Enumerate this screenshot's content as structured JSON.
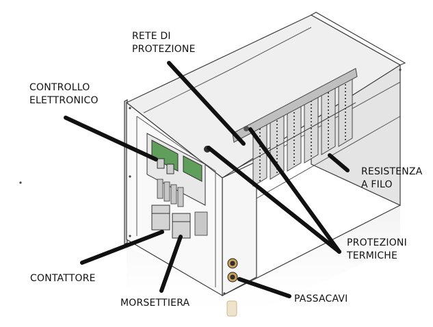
{
  "labels": {
    "rete": [
      "RETE DI",
      "PROTEZIONE"
    ],
    "controllo": [
      "CONTROLLO",
      "ELETTRONICO"
    ],
    "resistenza": [
      "RESISTENZA",
      "A FILO"
    ],
    "protezioni": [
      "PROTEZIONI",
      "TERMICHE"
    ],
    "contattore": "CONTATTORE",
    "morsettiera": "MORSETTIERA",
    "passacavi": "PASSACAVI"
  },
  "colors": {
    "pointer": "#111111",
    "housing_outline": "#3a3a3a",
    "housing_fill": "#f2f2f2",
    "board_green": "#5f9e5b",
    "cable_gland": "#c9a15a"
  }
}
